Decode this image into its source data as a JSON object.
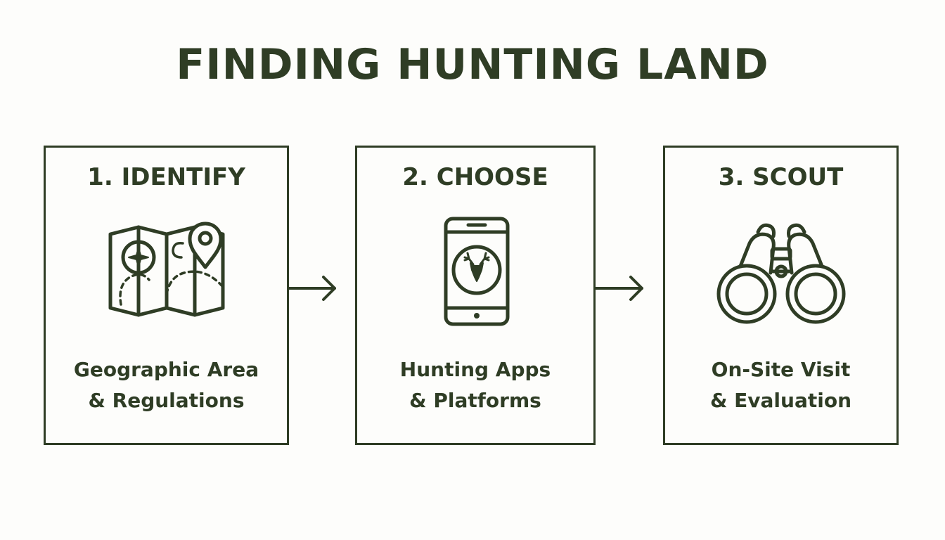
{
  "title": "FINDING HUNTING LAND",
  "colors": {
    "ink": "#2f3d25",
    "background": "#fdfdfb"
  },
  "steps": [
    {
      "title": "1. IDENTIFY",
      "icon": "map-with-location-pin-icon",
      "description": [
        "Geographic Area",
        "& Regulations"
      ]
    },
    {
      "title": "2. CHOOSE",
      "icon": "smartphone-deer-app-icon",
      "description": [
        "Hunting Apps",
        "& Platforms"
      ]
    },
    {
      "title": "3. SCOUT",
      "icon": "binoculars-icon",
      "description": [
        "On-Site Visit",
        "& Evaluation"
      ]
    }
  ],
  "connectors": [
    "arrow-right-icon",
    "arrow-right-icon"
  ]
}
